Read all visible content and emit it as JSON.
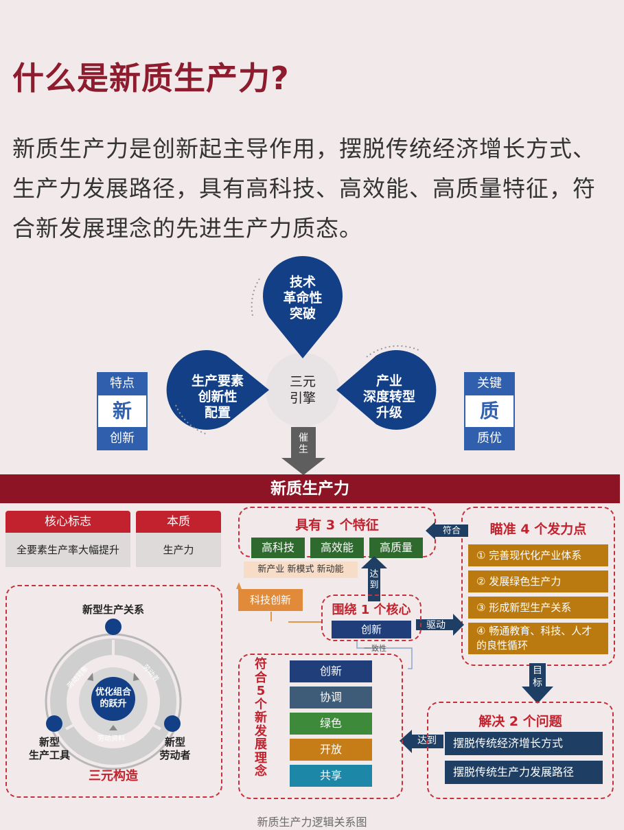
{
  "title": "什么是新质生产力?",
  "intro": "新质生产力是创新起主导作用，摆脱传统经济增长方式、生产力发展路径，具有高科技、高效能、高质量特征，符合新发展理念的先进生产力质态。",
  "engine": {
    "center": "三元\n引擎",
    "top": "技术\n革命性\n突破",
    "left": "生产要素\n创新性\n配置",
    "right": "产业\n深度转型\n升级",
    "arrow_label": "催\n生"
  },
  "left_box": {
    "top": "特点",
    "mid": "新",
    "bottom": "创新"
  },
  "right_box": {
    "top": "关键",
    "mid": "质",
    "bottom": "质优"
  },
  "banner": "新质生产力",
  "core_tag": {
    "head": "核心标志",
    "body": "全要素生产率大幅提升"
  },
  "essence_tag": {
    "head": "本质",
    "body": "生产力"
  },
  "features": {
    "title": "具有 3 个特征",
    "items": [
      "高科技",
      "高效能",
      "高质量"
    ]
  },
  "fit_label": "符合",
  "reach_label": "达\n到",
  "aims": {
    "title": "瞄准 4 个发力点",
    "items": [
      "① 完善现代化产业体系",
      "② 发展绿色生产力",
      "③ 形成新型生产关系",
      "④ 畅通教育、科技、人才\n的良性循环"
    ]
  },
  "tech_innovation": "科技创新",
  "new_three": "新产业 新模式 新动能",
  "core": {
    "title": "围绕 1 个核心",
    "item": "创新"
  },
  "drive_label": "驱动",
  "consistency": "一致性",
  "target_label": "目\n标",
  "ideas": {
    "title": "符\n合\n5\n个\n新\n发\n展\n理\n念",
    "items": [
      "创新",
      "协调",
      "绿色",
      "开放",
      "共享"
    ],
    "colors": [
      "#1f3e7a",
      "#3e5c78",
      "#3d8a3a",
      "#c77d17",
      "#1d87a8"
    ]
  },
  "reach2_label": "达到",
  "solve": {
    "title": "解决 2 个问题",
    "items": [
      "摆脱传统经济增长方式",
      "摆脱传统生产力发展路径"
    ]
  },
  "triad": {
    "top": "新型生产关系",
    "left": "新型\n生产工具",
    "right": "新型\n劳动者",
    "center": "优化组合\n的跃升",
    "ring_a": "劳动对象",
    "ring_b": "劳动者",
    "ring_c": "劳动资料",
    "caption": "三元构造"
  },
  "footer": "新质生产力逻辑关系图"
}
